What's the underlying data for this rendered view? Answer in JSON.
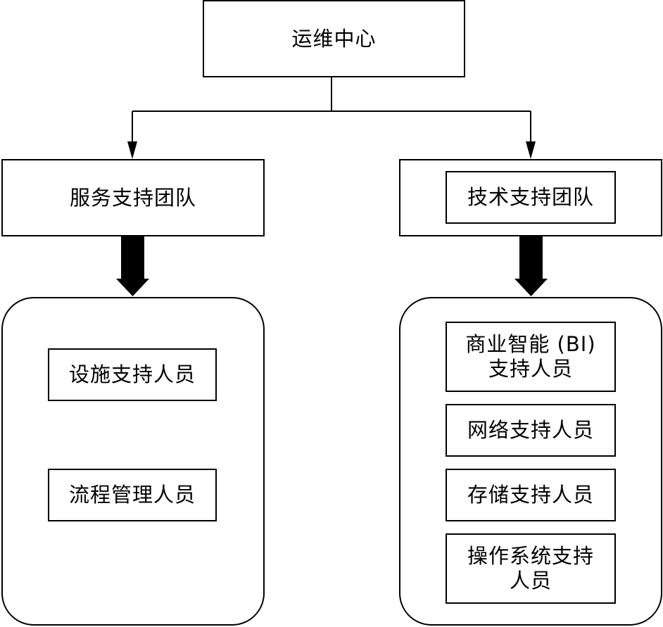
{
  "root": {
    "label": "运维中心"
  },
  "teams": {
    "service": {
      "label": "服务支持团队"
    },
    "tech": {
      "label": "技术支持团队"
    }
  },
  "service_members": [
    {
      "label": "设施支持人员"
    },
    {
      "label": "流程管理人员"
    }
  ],
  "tech_members": [
    {
      "line1": "商业智能 (BI)",
      "line2": "支持人员"
    },
    {
      "label": "网络支持人员"
    },
    {
      "label": "存储支持人员"
    },
    {
      "line1": "操作系统支持",
      "line2": "人员"
    }
  ],
  "colors": {
    "stroke": "#000000",
    "background": "#ffffff"
  }
}
